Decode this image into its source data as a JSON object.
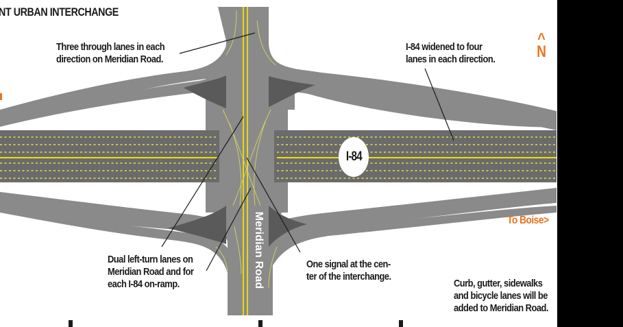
{
  "title": "NT URBAN INTERCHANGE",
  "callouts": {
    "meridian_lanes": {
      "line1": "Three through lanes in each",
      "line2": "direction on Meridian Road."
    },
    "i84_widened": {
      "line1": "I-84 widened to four",
      "line2": "lanes in each direction."
    },
    "left_turn": {
      "line1": "Dual left-turn lanes on",
      "line2": "Meridian Road and for",
      "line3": "each I-84 on-ramp."
    },
    "one_signal": {
      "line1": "One signal at the cen-",
      "line2": "ter of the interchange."
    },
    "curb": {
      "line1": "Curb, gutter, sidewalks",
      "line2": "and bicycle lanes will be",
      "line3": "added to Meridian Road."
    }
  },
  "compass": {
    "caret": "^",
    "letter": "N"
  },
  "directions": {
    "to_boise": "To Boise>",
    "left_partial": ""
  },
  "shield_label": "I-84",
  "road_label": "Meridian Road",
  "colors": {
    "accent_orange": "#e8731e",
    "freeway_gray": "#6b6b6b",
    "ramp_gray": "#8a8a8a",
    "island_gray": "#5a5a5a",
    "lane_yellow": "#e6e24a",
    "centerline_yellow": "#f0e000"
  }
}
